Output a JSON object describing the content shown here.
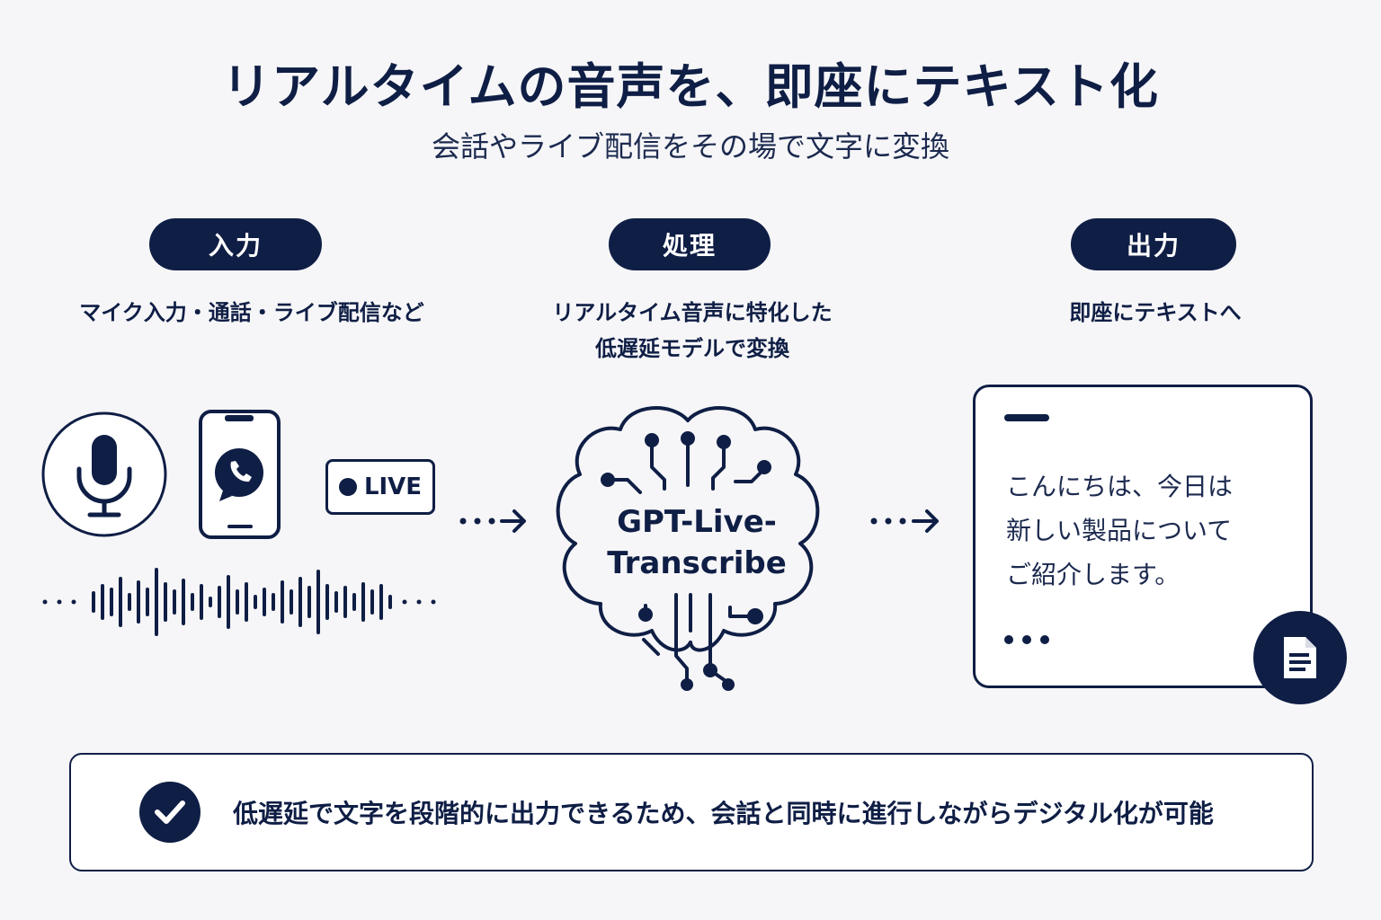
{
  "header": {
    "title": "リアルタイムの音声を、即座にテキスト化",
    "subtitle": "会話やライブ配信をその場で文字に変換"
  },
  "steps": [
    {
      "label": "入力",
      "description": [
        "マイク入力・通話・ライブ配信など"
      ]
    },
    {
      "label": "処理",
      "description": [
        "リアルタイム音声に特化した",
        "低遅延モデルで変換"
      ]
    },
    {
      "label": "出力",
      "description": [
        "即座にテキストへ"
      ]
    }
  ],
  "input_icons": {
    "mic": "microphone-icon",
    "phone": "smartphone-call-icon",
    "live_badge": "LIVE",
    "waveform": "audio-waveform-icon"
  },
  "model": {
    "icon": "brain-circuit-icon",
    "name_lines": [
      "GPT-Live-",
      "Transcribe"
    ]
  },
  "output": {
    "text_lines": [
      "こんにちは、今日は",
      "新しい製品について",
      "ご紹介します。"
    ],
    "badge_icon": "document-icon"
  },
  "footer": {
    "icon": "checkmark-icon",
    "text": "低遅延で文字を段階的に出力できるため、会話と同時に進行しながらデジタル化が可能"
  },
  "colors": {
    "navy": "#0f1e45",
    "background": "#f6f6f8",
    "card": "#ffffff"
  }
}
